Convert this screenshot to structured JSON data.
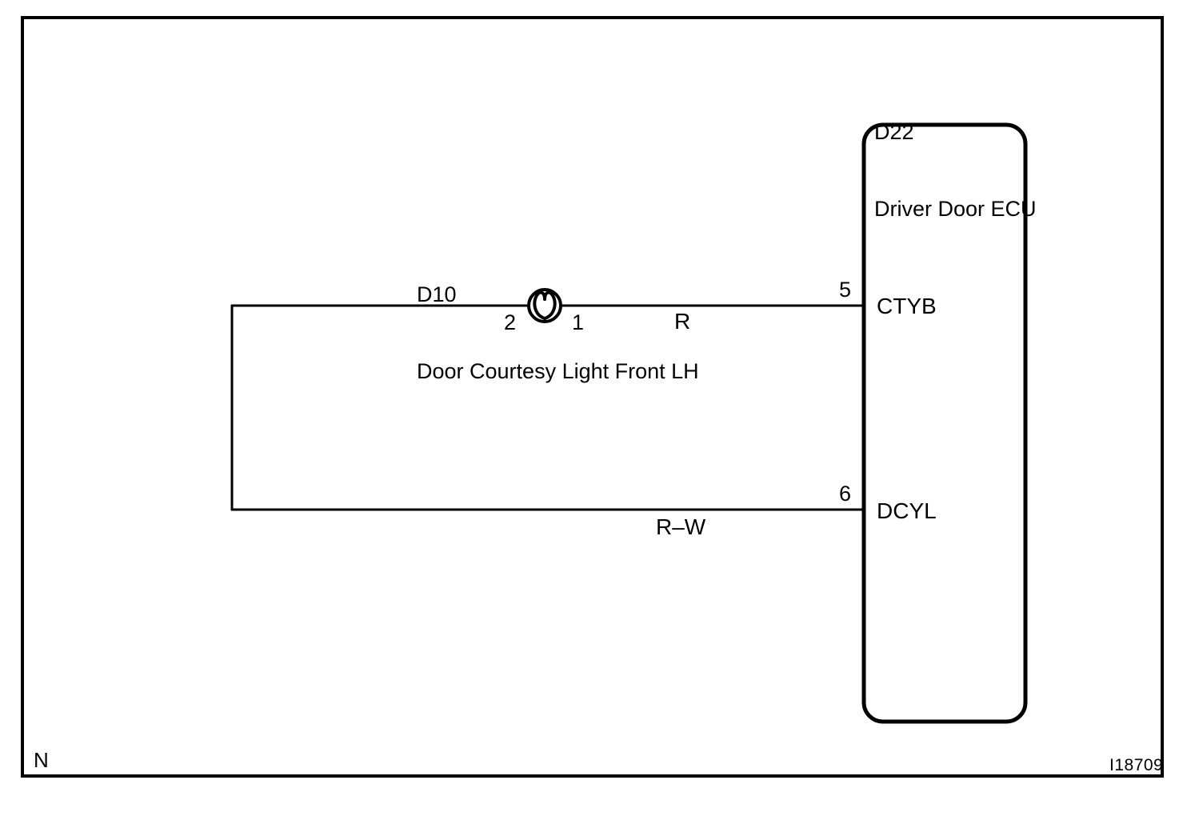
{
  "diagram": {
    "type": "automotive-wiring-diagram",
    "page_corner_mark": "N",
    "reference_code": "I18709",
    "stroke_color": "#000000",
    "background_color": "#ffffff",
    "components": [
      {
        "id": "D10",
        "code": "D10",
        "name": "Door Courtesy Light Front LH",
        "symbol": "lamp-icon",
        "terminals": [
          {
            "number": "2",
            "side": "left"
          },
          {
            "number": "1",
            "side": "right"
          }
        ]
      },
      {
        "id": "D22",
        "code": "D22",
        "name": "Driver Door ECU",
        "symbol": "rounded-box",
        "terminals": [
          {
            "number": "5",
            "name": "CTYB"
          },
          {
            "number": "6",
            "name": "DCYL"
          }
        ]
      }
    ],
    "wires": [
      {
        "id": "wire-ctyb",
        "color_code": "R",
        "from": "D10 terminal 1",
        "to": "D22 terminal 5 (CTYB)"
      },
      {
        "id": "wire-dcyl",
        "color_code": "R-W",
        "display": "R–W",
        "from": "D10 terminal 2 (via return path)",
        "to": "D22 terminal 6 (DCYL)"
      }
    ]
  }
}
